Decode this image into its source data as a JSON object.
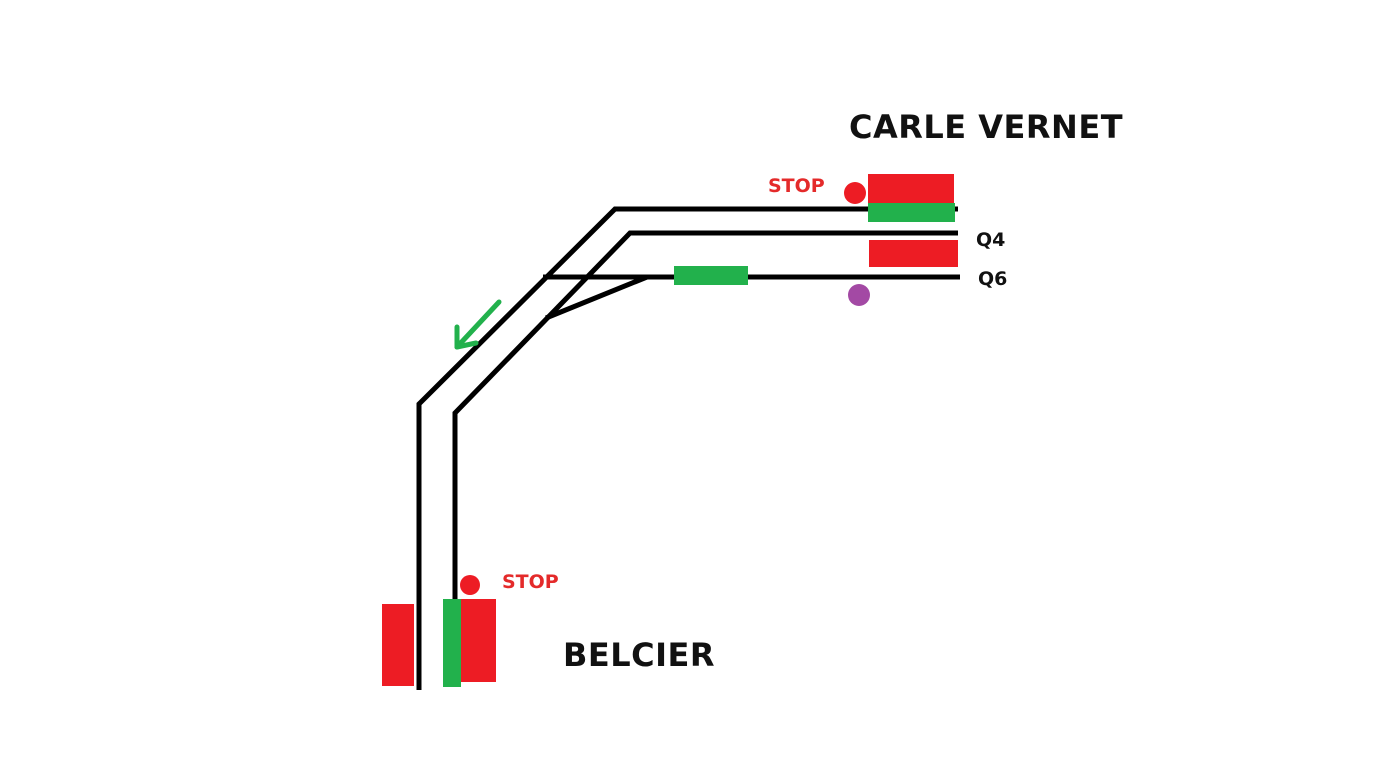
{
  "stations": {
    "north": "CARLE VERNET",
    "south": "BELCIER"
  },
  "signals": {
    "north_stop": "STOP",
    "south_stop": "STOP"
  },
  "tracks": {
    "q4": "Q4",
    "q6": "Q6"
  },
  "colors": {
    "track": "#000000",
    "occupied": "#ed1c24",
    "train": "#22b14c",
    "stop_signal": "#ed1c24",
    "marker": "#a349a4",
    "direction_arrow": "#22b14c"
  }
}
